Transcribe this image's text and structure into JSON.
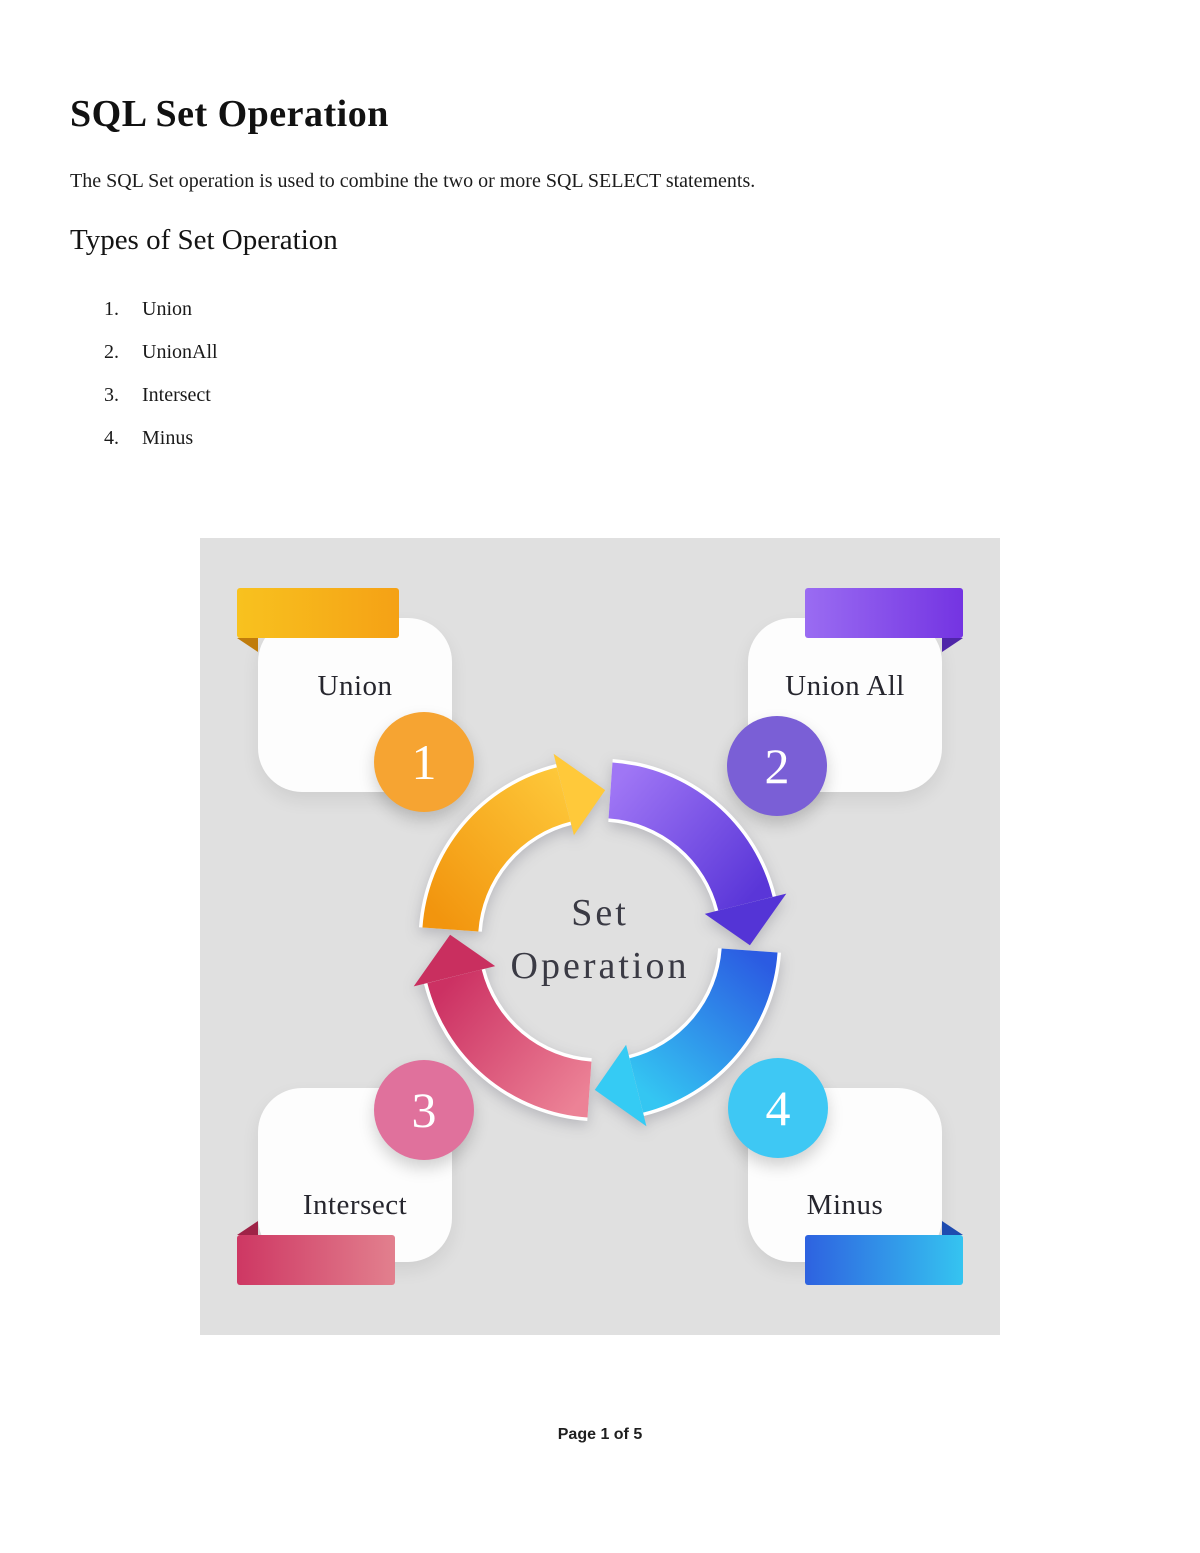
{
  "document": {
    "title": "SQL Set Operation",
    "intro": "The SQL Set operation is used to combine the two or more SQL SELECT statements.",
    "section_heading": "Types of Set Operation",
    "list": [
      {
        "number": "1.",
        "label": "Union"
      },
      {
        "number": "2.",
        "label": "UnionAll"
      },
      {
        "number": "3.",
        "label": "Intersect"
      },
      {
        "number": "4.",
        "label": "Minus"
      }
    ],
    "footer": "Page 1 of 5"
  },
  "diagram": {
    "center_line1": "Set",
    "center_line2": "Operation",
    "cards": [
      {
        "number": "1",
        "label": "Union",
        "accent": "#F6A432"
      },
      {
        "number": "2",
        "label": "Union All",
        "accent": "#7A5FD6"
      },
      {
        "number": "3",
        "label": "Intersect",
        "accent": "#E0719C"
      },
      {
        "number": "4",
        "label": "Minus",
        "accent": "#3EC8F4"
      }
    ]
  }
}
